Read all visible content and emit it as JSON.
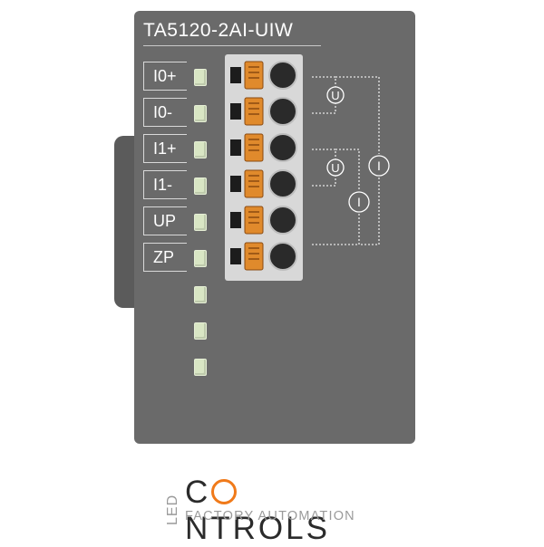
{
  "module": {
    "model": "TA5120-2AI-UIW",
    "terminals": [
      {
        "label": "I0+"
      },
      {
        "label": "I0-"
      },
      {
        "label": "I1+"
      },
      {
        "label": "I1-"
      },
      {
        "label": "UP"
      },
      {
        "label": "ZP"
      }
    ],
    "led_count": 9,
    "diagram_symbols": {
      "voltage": "U",
      "current": "I"
    }
  },
  "branding": {
    "prefix": "LED",
    "name_pre": "C",
    "name_post": "NTROLS",
    "tagline": "FACTORY AUTOMATION",
    "accent_color": "#f07a1a"
  },
  "colors": {
    "housing": "#6a6a6a",
    "led": "#d9e6c4",
    "spring_clip": "#e08a2c"
  }
}
